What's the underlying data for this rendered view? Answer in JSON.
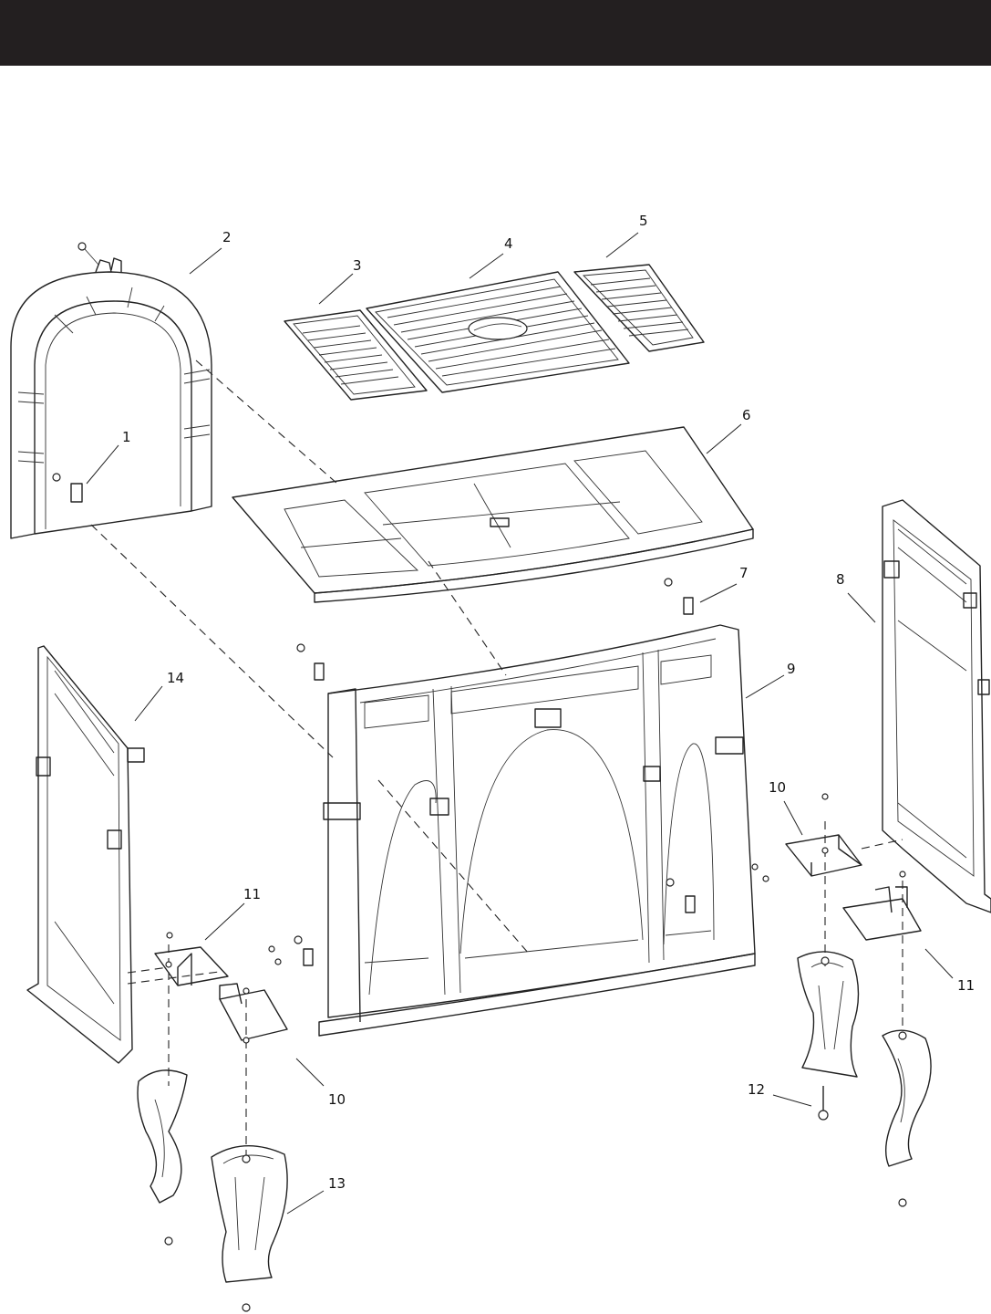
{
  "header": {
    "title": ""
  },
  "diagram": {
    "callouts": {
      "c1": "1",
      "c2": "2",
      "c3": "3",
      "c4": "4",
      "c5": "5",
      "c6": "6",
      "c7": "7",
      "c8": "8",
      "c9": "9",
      "c10a": "10",
      "c10b": "10",
      "c11a": "11",
      "c11b": "11",
      "c12": "12",
      "c13": "13",
      "c14": "14"
    }
  }
}
